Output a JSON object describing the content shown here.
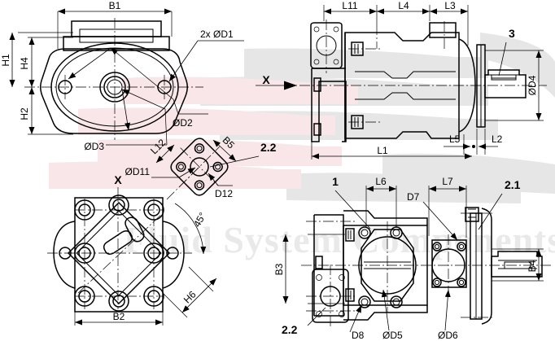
{
  "drawing": {
    "title": "Hydraulic pump / motor dimensional drawing",
    "sheet_bg": "#ffffff",
    "line_color": "#000000",
    "watermark_gray": "#e8e8e8",
    "watermark_red": "#f7e3e6"
  },
  "watermark": {
    "brand_text": "Fluid System Components",
    "logo_text": "FSC"
  },
  "views": {
    "front": {
      "name": "front-view",
      "labels": {
        "b1": "B1",
        "h1": "H1",
        "h4": "H4",
        "h2": "H2",
        "d1": "2x ØD1",
        "d2": "ØD2",
        "d3": "ØD3"
      }
    },
    "side": {
      "name": "side-view",
      "labels": {
        "l11": "L11",
        "l4": "L4",
        "l3": "L3",
        "l1": "L1",
        "l5": "L5",
        "l2": "L2",
        "d4": "ØD4",
        "item3": "3",
        "view_arrow": "X"
      }
    },
    "x_view": {
      "name": "x-view",
      "labels": {
        "x": "X",
        "b2": "B2",
        "h6": "H6",
        "angle": "45°"
      }
    },
    "detail": {
      "name": "detail-view-2-2",
      "labels": {
        "l12": "L12",
        "b5": "B5",
        "d11": "ØD11",
        "d12": "D12",
        "item22": "2.2"
      }
    },
    "bottom": {
      "name": "bottom-view",
      "labels": {
        "item1": "1",
        "item21": "2.1",
        "item22": "2.2",
        "l6": "L6",
        "l7": "L7",
        "b3": "B3",
        "b4": "B4",
        "d7": "D7",
        "d8": "D8",
        "d5": "ØD5",
        "d6": "ØD6"
      }
    }
  }
}
